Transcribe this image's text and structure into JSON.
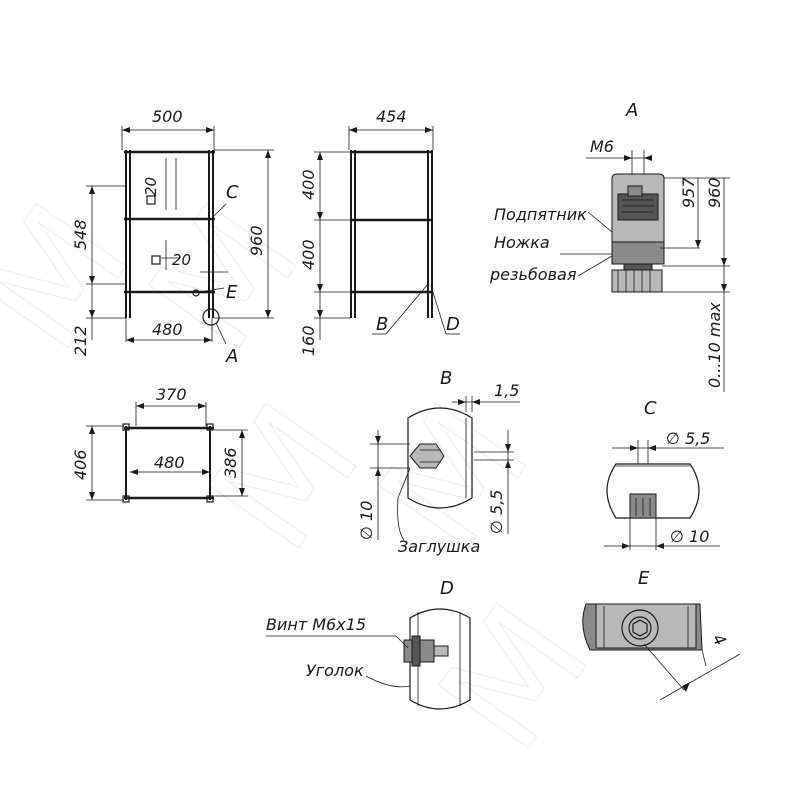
{
  "dims": {
    "front_width": "500",
    "front_height": "960",
    "front_upper": "548",
    "front_lower": "212",
    "front_inner": "480",
    "tube_top": "20",
    "tube_mid": "20",
    "side_width": "454",
    "side_top": "400",
    "side_mid": "400",
    "side_bottom": "160",
    "plan_top": "370",
    "plan_inner": "480",
    "plan_left": "406",
    "plan_right": "386",
    "a_m6": "M6",
    "a_957": "957",
    "a_960": "960",
    "a_adjust": "0...10 max",
    "b_15": "1,5",
    "b_d10": "∅ 10",
    "b_d55": "∅ 5,5",
    "c_d55": "∅ 5,5",
    "c_d10": "∅ 10",
    "e_4": "4"
  },
  "labels": {
    "callout_c": "C",
    "callout_e": "E",
    "callout_a": "A",
    "callout_b": "B",
    "callout_d": "D",
    "detail_a_title": "A",
    "detail_b_title": "B",
    "detail_c_title": "C",
    "detail_d_title": "D",
    "detail_e_title": "E",
    "podpyatnik": "Подпятник",
    "nozhka": "Ножка",
    "rezbovaya": "резьбовая",
    "zaglushka": "Заглушка",
    "vint": "Винт М6х15",
    "ugolok": "Уголок"
  }
}
